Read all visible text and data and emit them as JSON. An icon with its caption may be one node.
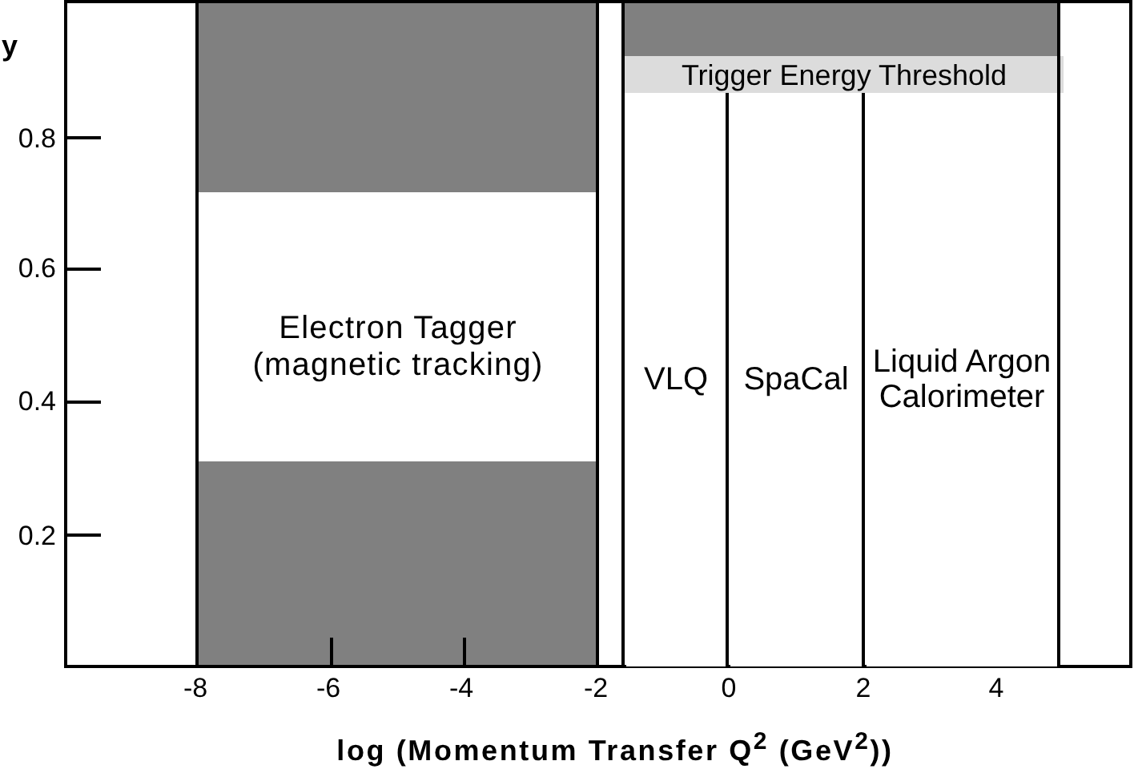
{
  "diagram": {
    "nodes": [
      {
        "text": [
          "Electron Tagger (magnetic tracking)"
        ]
      },
      {
        "text": [
          "Trigger Energy Threshold"
        ]
      },
      {
        "text": [
          "VLQ"
        ]
      },
      {
        "text": [
          "SpaCal"
        ]
      },
      {
        "text": [
          "Liquid Argon Calorimeter"
        ]
      }
    ],
    "labels": [
      "y",
      "0.8",
      "0.6",
      "0.4",
      "0.2",
      "-8",
      "-6",
      "-4",
      "-2",
      "0",
      "2",
      "4",
      "log (Momentum Transfer Q$^{2}$ (GeV$^{2}$))"
    ]
  }
}
